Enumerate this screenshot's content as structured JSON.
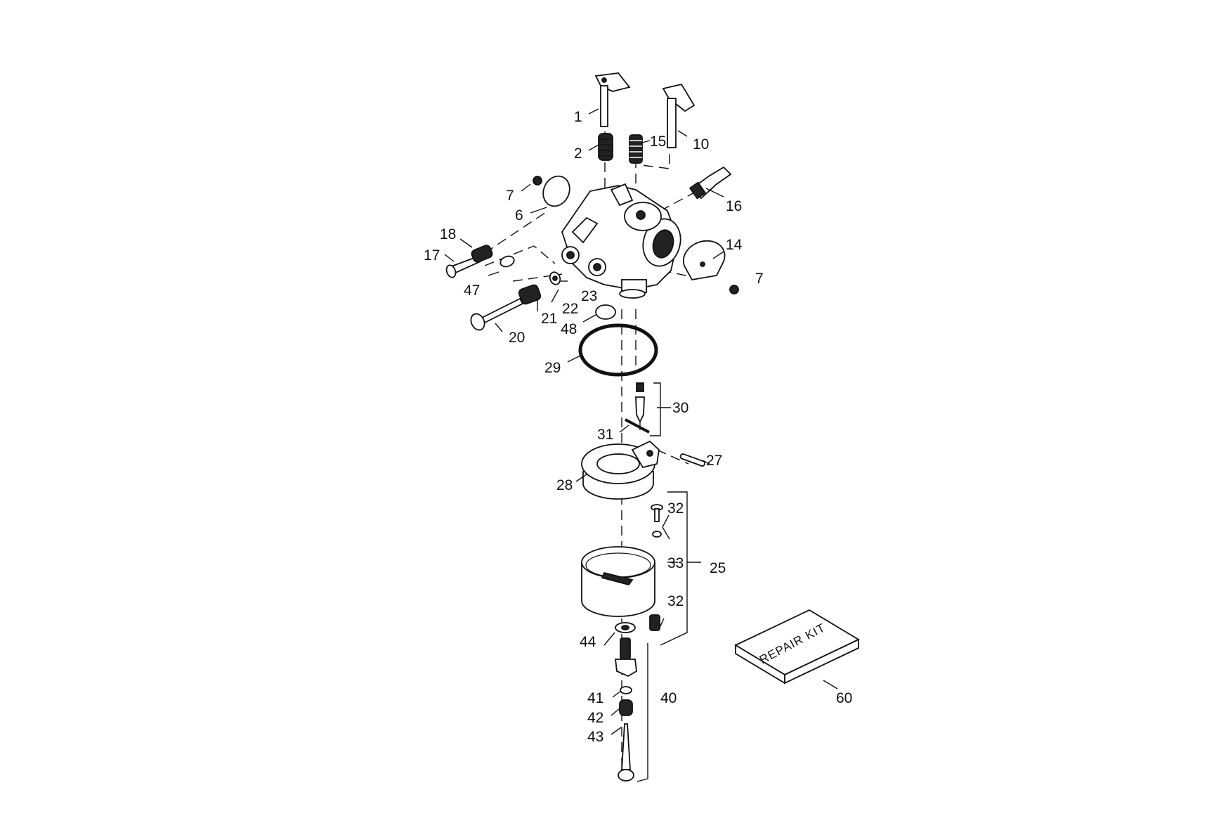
{
  "diagram": {
    "callouts": [
      "1",
      "2",
      "15",
      "10",
      "7",
      "6",
      "16",
      "18",
      "17",
      "47",
      "14",
      "7",
      "23",
      "22",
      "21",
      "48",
      "20",
      "29",
      "30",
      "31",
      "27",
      "28",
      "32",
      "33",
      "25",
      "32",
      "44",
      "40",
      "41",
      "42",
      "43",
      "60"
    ],
    "repair_kit_label": "REPAIR KIT"
  }
}
